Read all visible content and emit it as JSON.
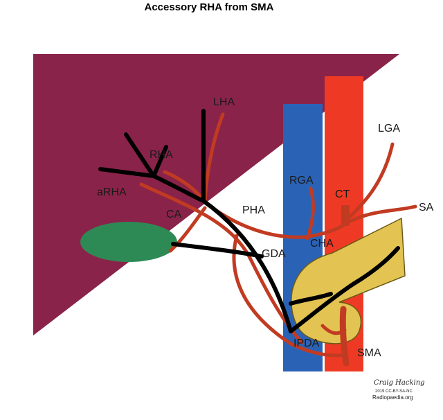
{
  "title": "Accessory RHA from SMA",
  "colors": {
    "liver": "#8a2349",
    "aorta": "#ee3a24",
    "ivc": "#2a63b6",
    "pancreas": "#e3c452",
    "gallbladder": "#2e8a55",
    "artery": "#c13b22",
    "duct": "#000000"
  },
  "labels": {
    "lha": "LHA",
    "rha": "RHA",
    "arha": "aRHA",
    "ca": "CA",
    "pha": "PHA",
    "rga": "RGA",
    "ct": "CT",
    "lga": "LGA",
    "sa": "SA",
    "cha": "CHA",
    "gda": "GDA",
    "ipda": "IPDA",
    "sma": "SMA"
  },
  "credit": {
    "author": "Craig Hacking",
    "license": "2019 CC-BY-SA-NC",
    "site": "Radiopaedia.org"
  }
}
